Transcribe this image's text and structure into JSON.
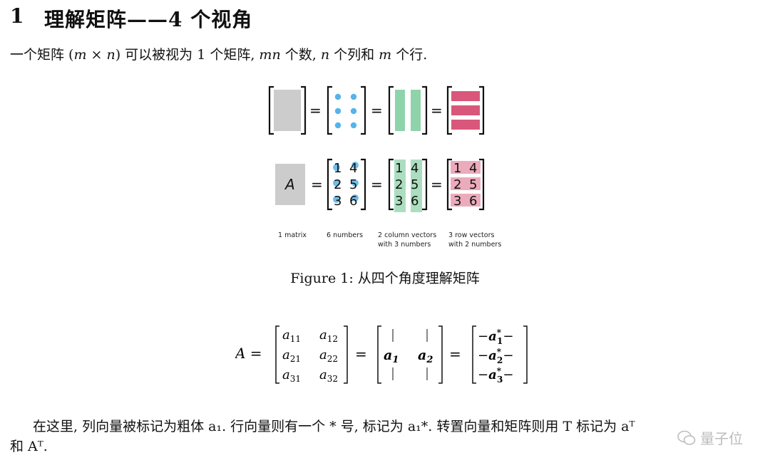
{
  "section": {
    "number": "1",
    "title": "理解矩阵——4 个视角"
  },
  "intro": {
    "text_start": "一个矩阵 (",
    "dims": "m × n",
    "text_mid": ") 可以被视为 1 个矩阵, ",
    "mn": "mn",
    "text_mid2": " 个数, ",
    "n": "n",
    "text_mid3": " 个列和 ",
    "m": "m",
    "text_end": " 个行."
  },
  "figure": {
    "matrix_symbol": "A",
    "equals": "=",
    "values": [
      [
        "1",
        "4"
      ],
      [
        "2",
        "5"
      ],
      [
        "3",
        "6"
      ]
    ],
    "labels": [
      {
        "line1": "1 matrix",
        "line2": ""
      },
      {
        "line1": "6 numbers",
        "line2": ""
      },
      {
        "line1": "2 column vectors",
        "line2": "with 3 numbers"
      },
      {
        "line1": "3 row vectors",
        "line2": "with 2 numbers"
      }
    ],
    "colors": {
      "gray": "#cccccc",
      "dots": "#56b4e9",
      "columns": "#8fd3ab",
      "rows": "#d9577a"
    }
  },
  "caption": "Figure 1: 从四个角度理解矩阵",
  "equation": {
    "lhs": "A =",
    "entries": [
      [
        "a11",
        "a12"
      ],
      [
        "a21",
        "a22"
      ],
      [
        "a31",
        "a32"
      ]
    ],
    "cols": [
      "a1",
      "a2"
    ],
    "rows": [
      "a1*",
      "a2*",
      "a3*"
    ]
  },
  "paragraph": {
    "p1": "在这里, 列向量被标记为粗体 a₁. 行向量则有一个 * 号, 标记为 a₁*. 转置向量和矩阵则用 T 标记为 aᵀ",
    "p2": "和 Aᵀ."
  },
  "watermark": "量子位"
}
